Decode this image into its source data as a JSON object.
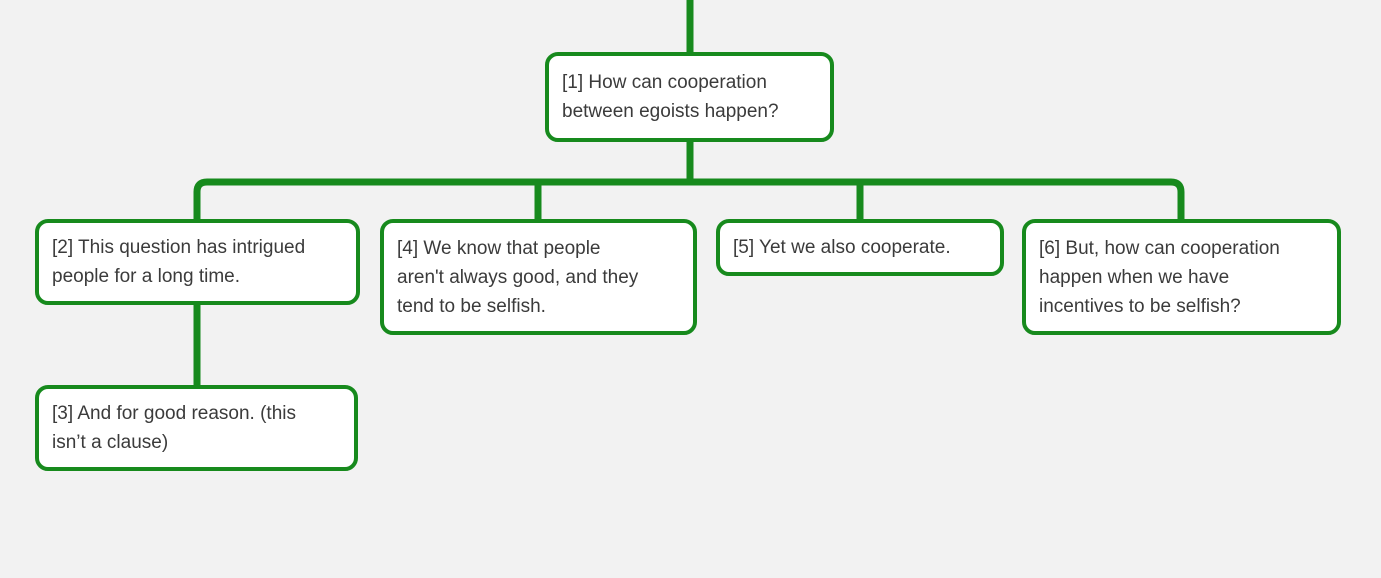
{
  "colors": {
    "background": "#f2f2f2",
    "accent_green": "#178a1d",
    "node_fill": "#ffffff",
    "node_text": "#3b3b3b"
  },
  "diagram": {
    "type": "argument-map-tree",
    "nodes": [
      {
        "id": "1",
        "label": "[1] How can cooperation\nbetween egoists happen?"
      },
      {
        "id": "2",
        "label": "[2] This question has intrigued\npeople for a long time."
      },
      {
        "id": "3",
        "label": "[3] And for good reason. (this\nisn’t a clause)"
      },
      {
        "id": "4",
        "label": "[4] We know that people\naren't always good, and they\ntend to be selfish."
      },
      {
        "id": "5",
        "label": "[5] Yet we also cooperate."
      },
      {
        "id": "6",
        "label": "[6] But, how can cooperation\nhappen when we have\nincentives to be selfish?"
      }
    ],
    "edges": [
      {
        "from": "offscreen-top",
        "to": "1"
      },
      {
        "from": "1",
        "to": "2"
      },
      {
        "from": "1",
        "to": "4"
      },
      {
        "from": "1",
        "to": "5"
      },
      {
        "from": "1",
        "to": "6"
      },
      {
        "from": "2",
        "to": "3"
      }
    ]
  }
}
